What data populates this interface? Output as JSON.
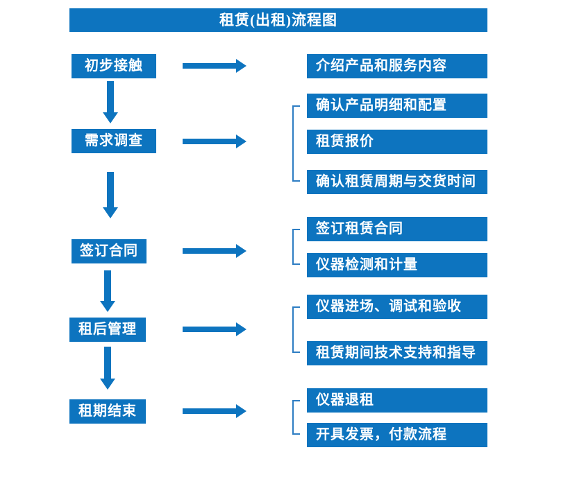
{
  "title": "租赁(出租)流程图",
  "colors": {
    "primary": "#0d74bf",
    "bracket": "#2d7dc3",
    "text_on_primary": "#ffffff",
    "background": "#ffffff"
  },
  "steps": [
    {
      "label": "初步接触",
      "outputs": [
        "介绍产品和服务内容"
      ]
    },
    {
      "label": "需求调查",
      "outputs": [
        "确认产品明细和配置",
        "租赁报价",
        "确认租赁周期与交货时间"
      ]
    },
    {
      "label": "签订合同",
      "outputs": [
        "签订租赁合同",
        "仪器检测和计量"
      ]
    },
    {
      "label": "租后管理",
      "outputs": [
        "仪器进场、调试和验收",
        "租赁期间技术支持和指导"
      ]
    },
    {
      "label": "租期结束",
      "outputs": [
        "仪器退租",
        "开具发票，付款流程"
      ]
    }
  ]
}
